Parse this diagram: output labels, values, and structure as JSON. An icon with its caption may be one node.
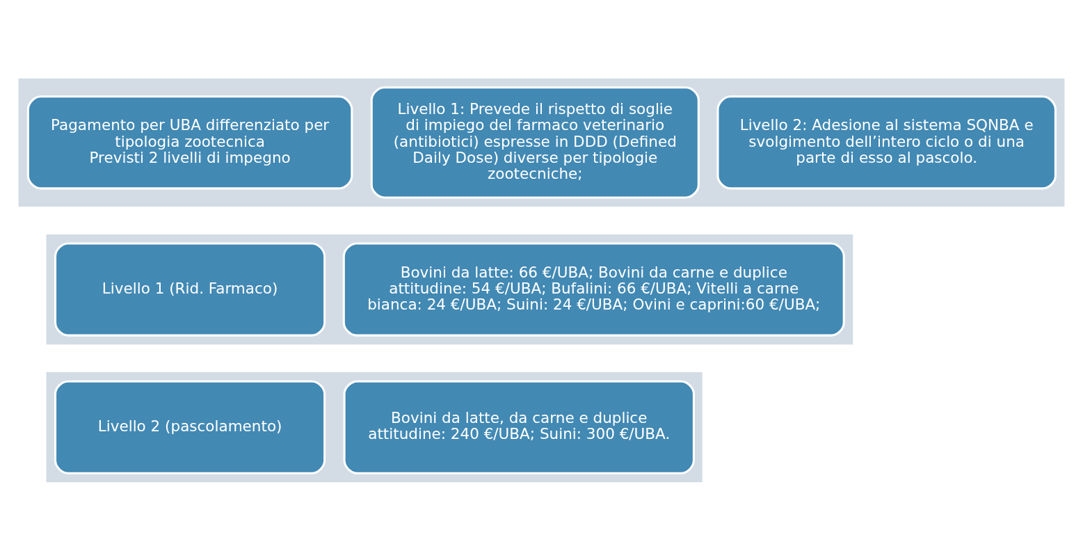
{
  "diagram": {
    "nodes": [
      {
        "text": [],
        "shape": "arrow"
      },
      {
        "text": [
          "Pagamento per UBA differenziato per tipologia zootecnica",
          "Previsti 2 livelli di impegno"
        ],
        "in": 0
      },
      {
        "text": [
          "Livello 1: Prevede il rispetto di soglie di impiego del farmaco veterinario (antibiotici) espresse in DDD (Defined Daily Dose) diverse per tipologie zootecniche;"
        ],
        "in": 0
      },
      {
        "text": [
          "Livello 2: Adesione al sistema SQNBA e svolgimento dell’intero ciclo o di una parte di esso al pascolo."
        ],
        "in": 0
      },
      {
        "text": [],
        "shape": "arrow"
      },
      {
        "text": [
          "Livello 1 (Rid. Farmaco)"
        ],
        "in": 4
      },
      {
        "text": [
          "Bovini da latte: 66 €/UBA; Bovini da carne e duplice attitudine: 54 €/UBA; Bufalini: 66 €/UBA; Vitelli a carne bianca: 24 €/UBA; Suini: 24 €/UBA; Ovini e caprini:60 €/UBA;"
        ],
        "in": 4
      },
      {
        "text": [],
        "shape": "arrow"
      },
      {
        "text": [
          "Livello 2 (pascolamento)"
        ],
        "in": 7
      },
      {
        "text": [
          "Bovini da latte, da carne e duplice attitudine: 240 €/UBA; Suini: 300 €/UBA."
        ],
        "in": 7
      }
    ],
    "edges": []
  }
}
